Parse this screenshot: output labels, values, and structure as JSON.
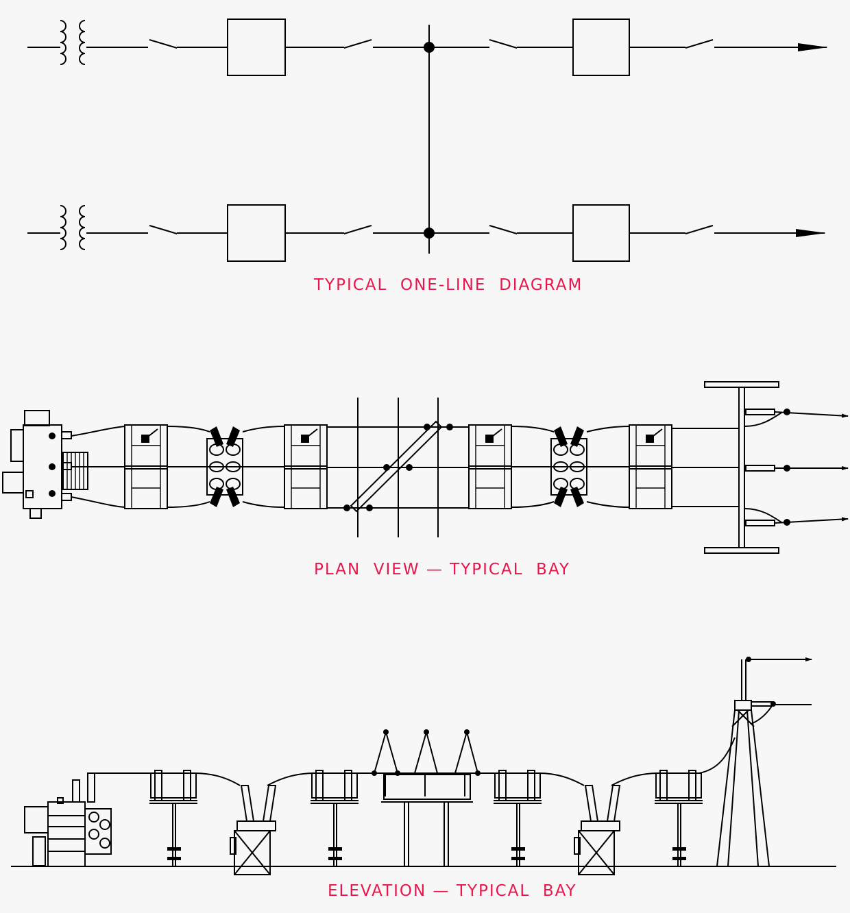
{
  "colors": {
    "background": "#f7f7f7",
    "line": "#000000",
    "caption": "#e8174b"
  },
  "captions": {
    "one_line": "TYPICAL  ONE-LINE  DIAGRAM",
    "plan_view": "PLAN  VIEW — TYPICAL  BAY",
    "elevation": "ELEVATION — TYPICAL  BAY"
  }
}
